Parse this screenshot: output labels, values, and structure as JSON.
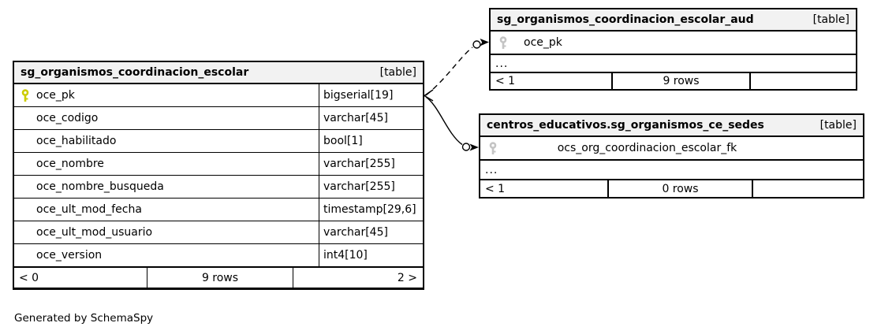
{
  "note": "Generated by SchemaSpy",
  "colors": {
    "pk_key": "#cccc00",
    "fk_key": "#c4c4c4",
    "header_bg": "#f2f2f2",
    "border": "#000000",
    "background": "#ffffff"
  },
  "tables": {
    "main": {
      "title": "sg_organismos_coordinacion_escolar",
      "badge": "[table]",
      "columns": [
        {
          "name": "oce_pk",
          "type": "bigserial[19]",
          "key": "primary"
        },
        {
          "name": "oce_codigo",
          "type": "varchar[45]",
          "key": "none"
        },
        {
          "name": "oce_habilitado",
          "type": "bool[1]",
          "key": "none"
        },
        {
          "name": "oce_nombre",
          "type": "varchar[255]",
          "key": "none"
        },
        {
          "name": "oce_nombre_busqueda",
          "type": "varchar[255]",
          "key": "none"
        },
        {
          "name": "oce_ult_mod_fecha",
          "type": "timestamp[29,6]",
          "key": "none"
        },
        {
          "name": "oce_ult_mod_usuario",
          "type": "varchar[45]",
          "key": "none"
        },
        {
          "name": "oce_version",
          "type": "int4[10]",
          "key": "none"
        }
      ],
      "footer": {
        "left": "< 0",
        "center": "9 rows",
        "right": "2 >"
      }
    },
    "aud": {
      "title": "sg_organismos_coordinacion_escolar_aud",
      "badge": "[table]",
      "columns": [
        {
          "name": "oce_pk",
          "key": "primary"
        }
      ],
      "ellipsis": "...",
      "footer": {
        "left": "< 1",
        "center": "9 rows",
        "right": ""
      }
    },
    "sedes": {
      "title": "centros_educativos.sg_organismos_ce_sedes",
      "badge": "[table]",
      "columns": [
        {
          "name": "ocs_org_coordinacion_escolar_fk",
          "key": "foreign"
        }
      ],
      "ellipsis": "...",
      "footer": {
        "left": "< 1",
        "center": "0 rows",
        "right": ""
      }
    }
  },
  "edges": [
    {
      "from": "sg_organismos_coordinacion_escolar.oce_pk",
      "to": "sg_organismos_coordinacion_escolar_aud.oce_pk",
      "style": "dashed"
    },
    {
      "from": "sg_organismos_coordinacion_escolar.oce_pk",
      "to": "centros_educativos.sg_organismos_ce_sedes.ocs_org_coordinacion_escolar_fk",
      "style": "solid"
    }
  ]
}
